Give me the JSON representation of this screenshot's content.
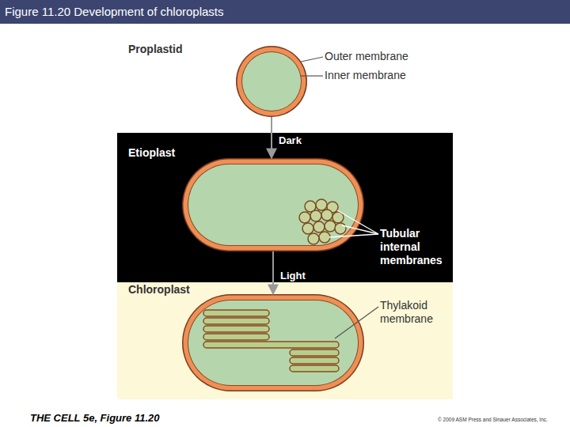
{
  "diagram": {
    "title": "Figure 11.20 Development of chloroplasts",
    "nodes": [
      {
        "text": [
          "Proplastid"
        ]
      },
      {
        "text": [
          "Etioplast"
        ]
      },
      {
        "text": [
          "Chloroplast"
        ]
      }
    ],
    "edges": [
      {
        "from": 0,
        "to": 1,
        "arrow": "to",
        "label": "Dark"
      },
      {
        "from": 1,
        "to": 2,
        "arrow": "to",
        "label": "Light"
      }
    ],
    "labels": [
      "Outer membrane",
      "Inner membrane",
      "Tubular internal membranes",
      "Thylakoid membrane",
      "THE CELL 5e, Figure 11.20",
      "© 2009 ASM Press and Sinauer Associates, Inc."
    ]
  }
}
